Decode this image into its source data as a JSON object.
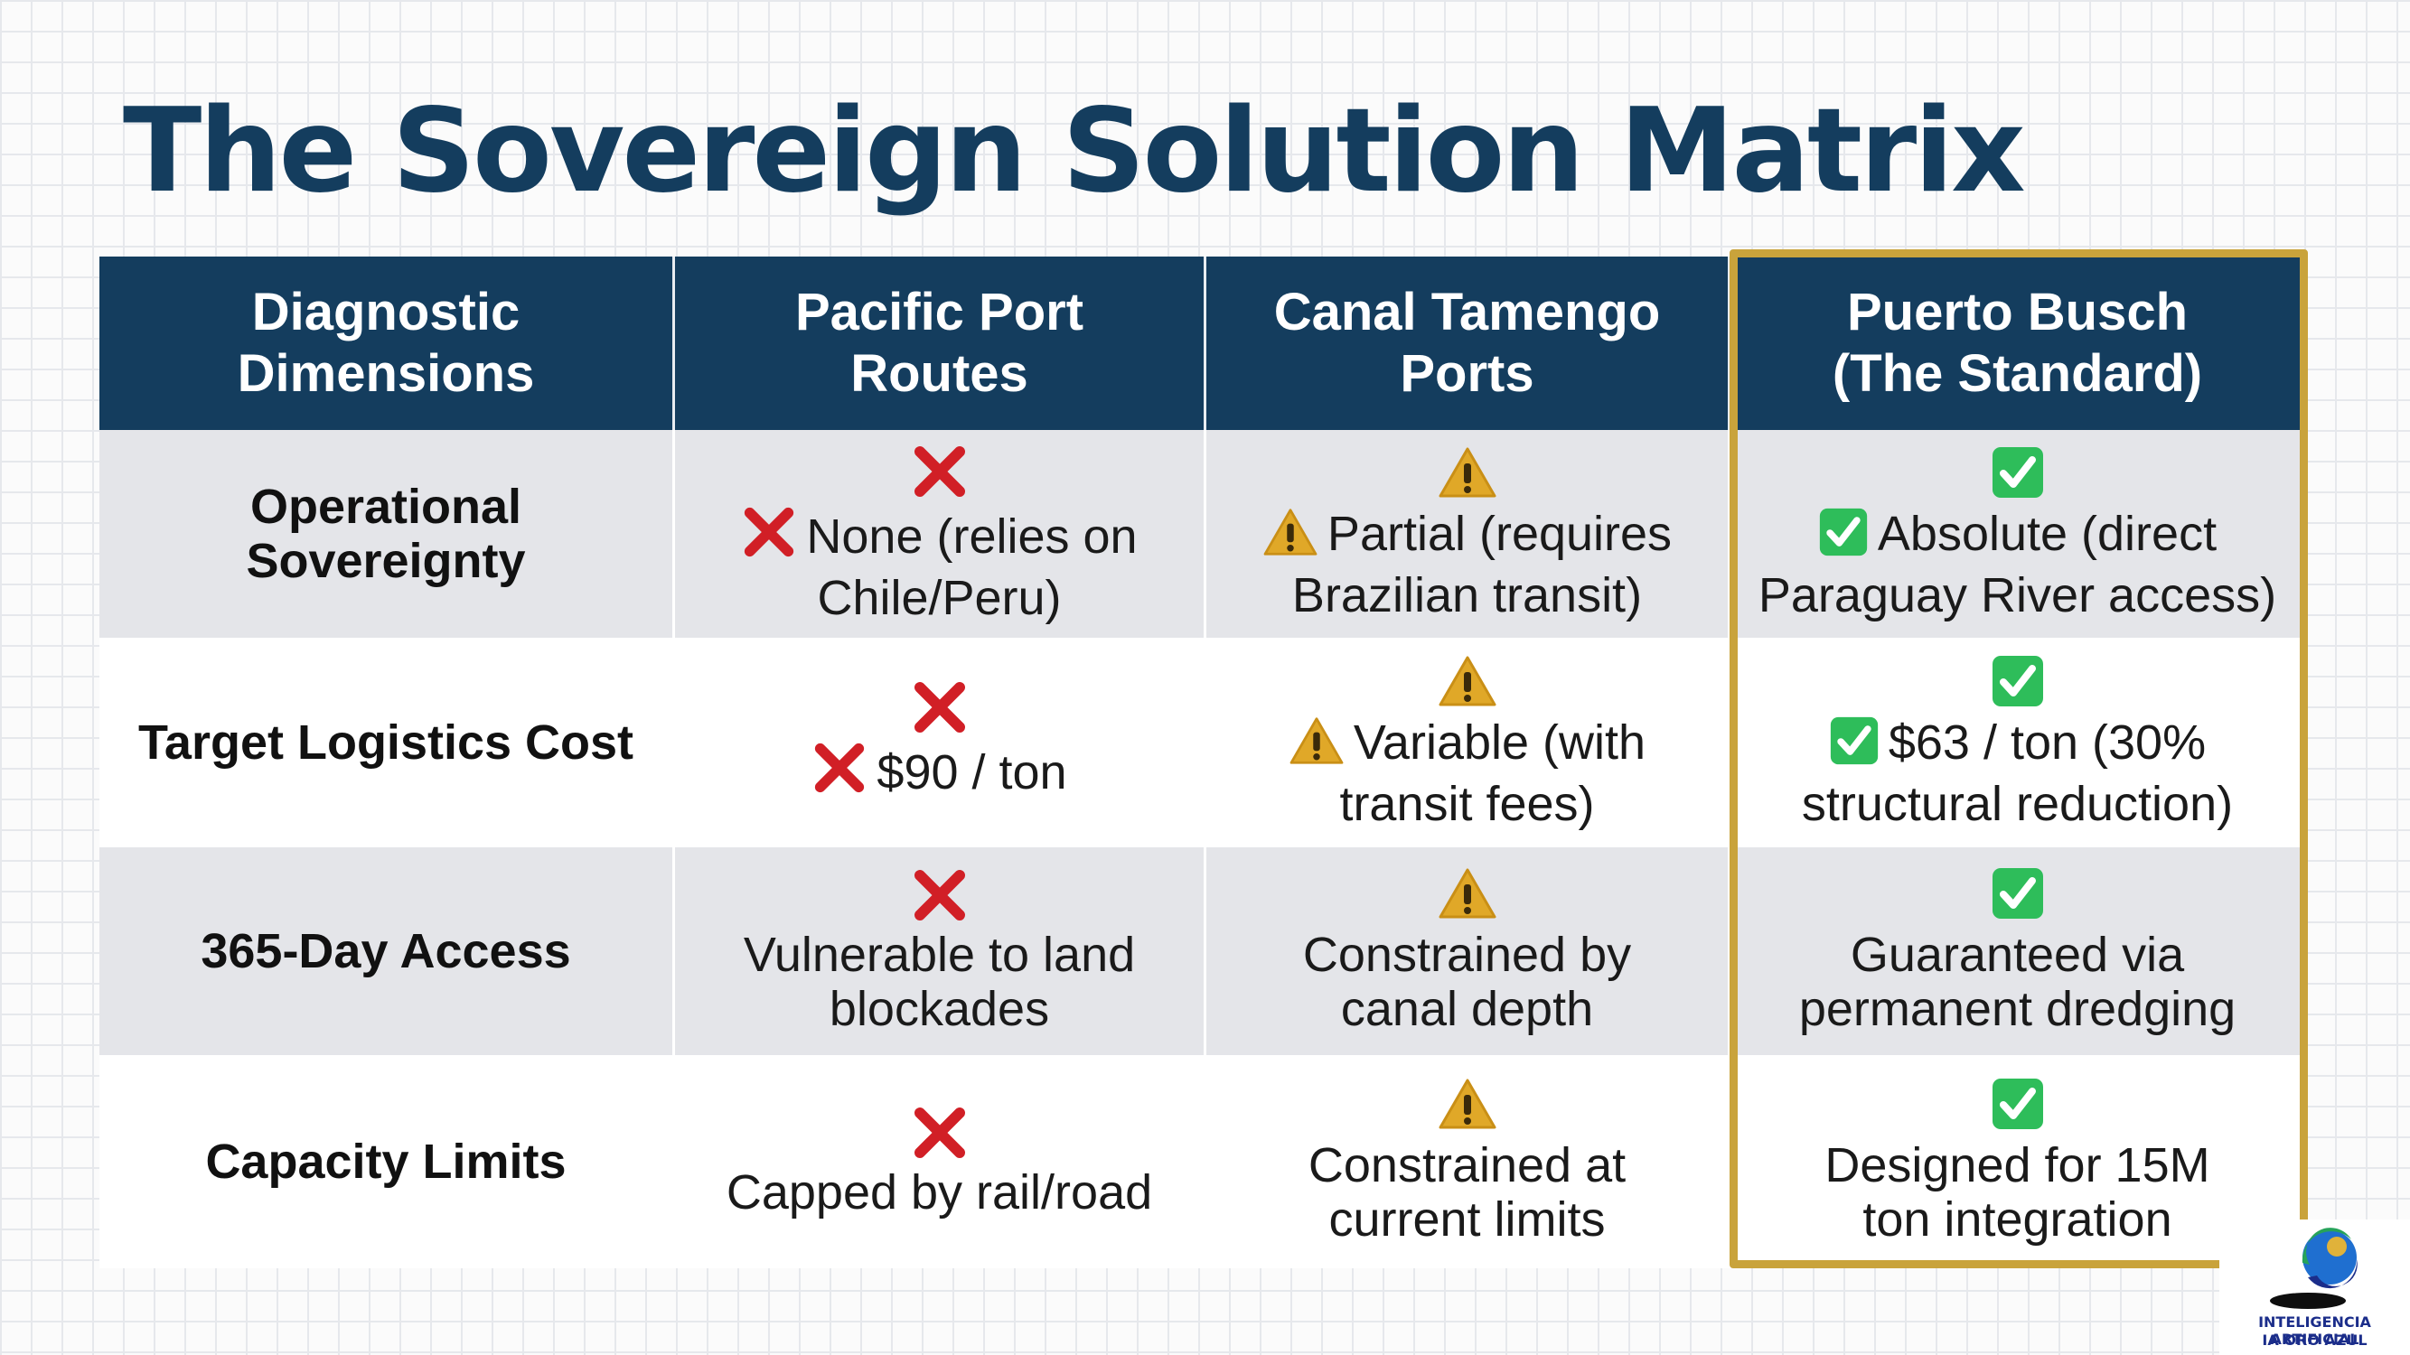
{
  "title": "The Sovereign Solution Matrix",
  "columns": [
    "Diagnostic\nDimensions",
    "Pacific Port\nRoutes",
    "Canal Tamengo\nPorts",
    "Puerto Busch\n(The Standard)"
  ],
  "rows": [
    {
      "dimension": "Operational Sovereignty",
      "pacific": "None (relies on\nChile/Peru)",
      "tamengo": "Partial (requires\nBrazilian transit)",
      "busch": "Absolute (direct\nParaguay River access)"
    },
    {
      "dimension": "Target Logistics Cost",
      "pacific": "$90 / ton",
      "tamengo": "Variable (with\ntransit fees)",
      "busch": "$63 / ton (30%\nstructural reduction)"
    },
    {
      "dimension": "365-Day Access",
      "pacific": "Vulnerable to land\nblockades",
      "tamengo": "Constrained by\ncanal depth",
      "busch": "Guaranteed via\npermanent dredging"
    },
    {
      "dimension": "Capacity Limits",
      "pacific": "Capped by rail/road",
      "tamengo": "Constrained at\ncurrent limits",
      "busch": "Designed for 15M\nton integration"
    }
  ],
  "status_icons": {
    "pacific": "cross-icon",
    "tamengo": "warning-icon",
    "busch": "check-icon"
  },
  "colors": {
    "header_bg": "#143d5e",
    "highlight_border": "#c9a33b",
    "cross": "#d11f26",
    "warning": "#e0a828",
    "check": "#2ebd5a"
  },
  "logo": {
    "line1": "INTELIGENCIA ARTIFICIAL",
    "line2": "IA ORO AZUL"
  }
}
